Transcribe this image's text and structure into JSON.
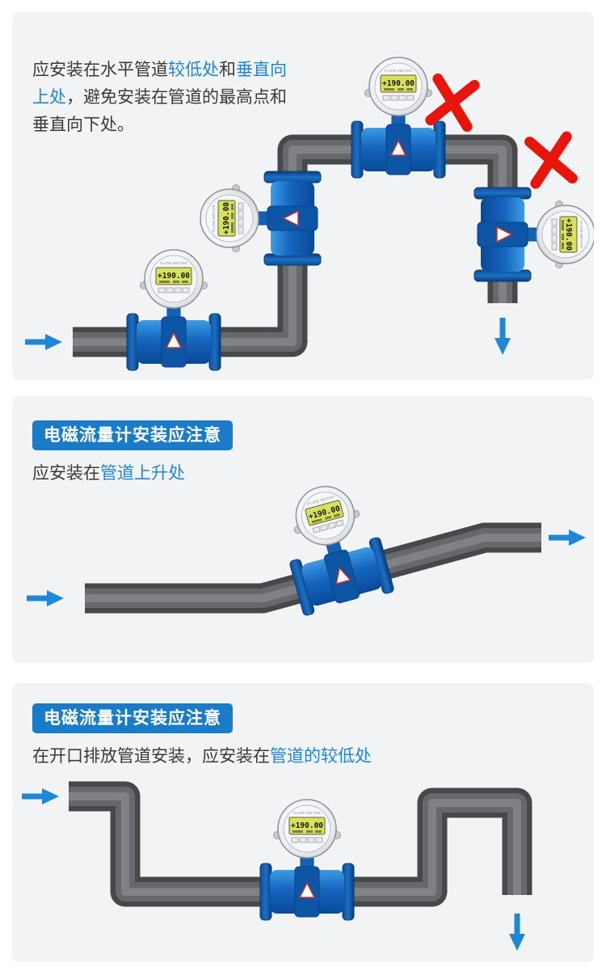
{
  "flowmeter": {
    "head_text": "FLOW METER",
    "display_value": "+190.00"
  },
  "panel1": {
    "note": {
      "seg1": "应安装在水平管道",
      "seg2": "较低处",
      "seg3": "和",
      "seg4": "垂直向上处",
      "seg5": "，避免安装在管道的最高点和垂直向下处。"
    }
  },
  "panel2": {
    "badge": "电磁流量计安装应注意",
    "note": {
      "seg1": "应安装在",
      "seg2": "管道上升处"
    }
  },
  "panel3": {
    "badge": "电磁流量计安装应注意",
    "note": {
      "seg1": "在开口排放管道安装，应安装在",
      "seg2": "管道的较低处"
    }
  },
  "colors": {
    "accent_blue": "#1e87d8",
    "badge_blue": "#1a7cc9",
    "pipe_gray": "#58595b",
    "flowmeter_blue": "#1565c0",
    "error_red": "#e8150d",
    "panel_bg": "#f2f3f4"
  }
}
